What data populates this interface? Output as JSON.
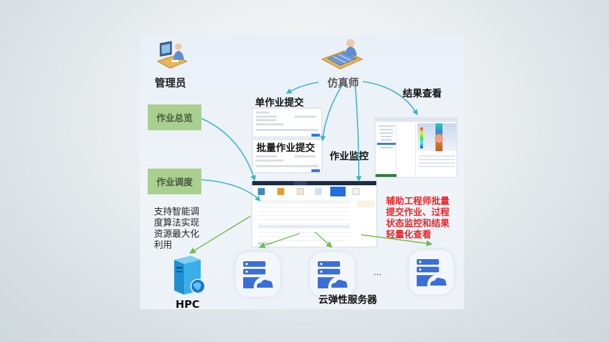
{
  "roles": {
    "admin": {
      "label": "管理员",
      "icon": "admin-workstation-icon"
    },
    "engineer": {
      "label": "仿真师",
      "icon": "engineer-workstation-icon"
    }
  },
  "actions": {
    "single_submit": "单作业提交",
    "batch_submit": "批量作业提交",
    "monitor": "作业监控",
    "result_view": "结果查看"
  },
  "admin_functions": [
    {
      "label": "作业总览"
    },
    {
      "label": "作业调度"
    }
  ],
  "scheduling_note": [
    "支持智能调",
    "度算法实现",
    "资源最大化",
    "利用"
  ],
  "highlight_note": [
    "辅助工程师批量",
    "提交作业、过程",
    "状态监控和结果",
    "轻量化查看"
  ],
  "targets": {
    "hpc_label": "HPC",
    "cloud_label": "云弹性服务器",
    "ellipsis": "..."
  },
  "colors": {
    "panel_bg": "#ecf2f8",
    "arrow_teal": "#3bb5c9",
    "arrow_green": "#6cc04a",
    "green_box": "#a9d08e",
    "highlight_red": "#e8262a",
    "server_blue": "#3a6fd8"
  }
}
